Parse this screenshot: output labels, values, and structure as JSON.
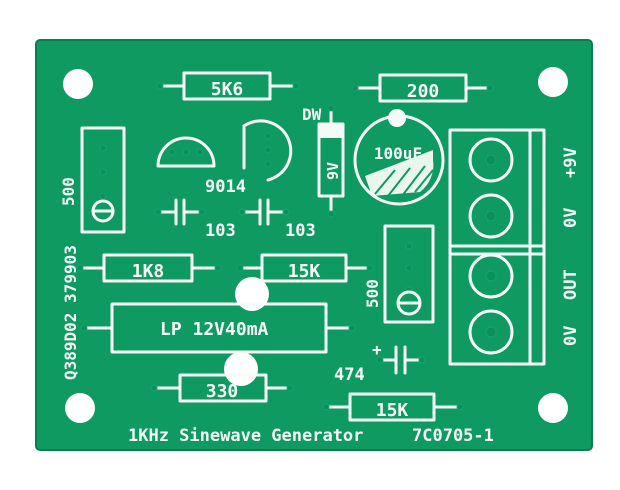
{
  "board": {
    "title": "1KHz Sinewave Generator",
    "code": "7C0705-1",
    "side_code": "Q389D02 379903",
    "colors": {
      "board": "#0f9a62",
      "silk": "#f4fbf6",
      "background": "#ffffff"
    }
  },
  "labels": {
    "r_top_left": "5K6",
    "r_top_right": "200",
    "zener": "DW",
    "zener_value": "9V",
    "cap_elec": "100uF",
    "transistor": "9014",
    "pot_left": "500",
    "cap1": "103",
    "cap2": "103",
    "r_1k8": "1K8",
    "r_15k_mid": "15K",
    "pot_right": "500",
    "lamp": "LP 12V40mA",
    "cap_474": "474",
    "r_330": "330",
    "r_15k_bottom": "15K",
    "term_9v": "+9V",
    "term_0v_top": "0V",
    "term_out": "OUT",
    "term_0v_bottom": "0V"
  }
}
